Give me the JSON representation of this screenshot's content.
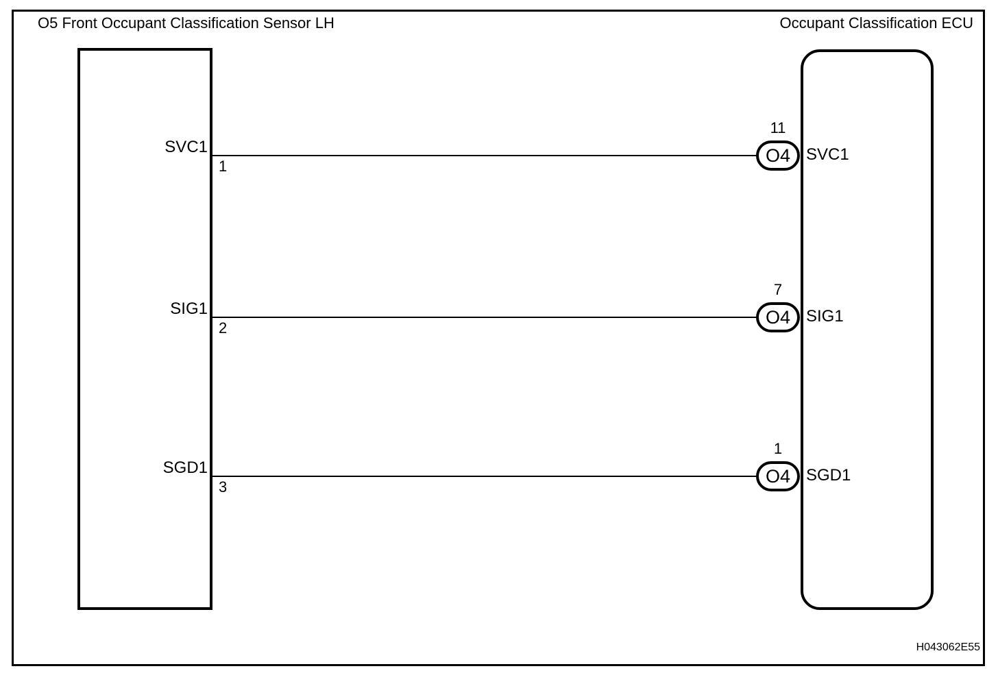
{
  "left_component": {
    "title": "O5 Front Occupant Classification Sensor LH"
  },
  "right_component": {
    "title": "Occupant Classification ECU"
  },
  "rows": [
    {
      "left_label": "SVC1",
      "left_pin": "1",
      "right_pin": "11",
      "connector": "O4",
      "right_label": "SVC1"
    },
    {
      "left_label": "SIG1",
      "left_pin": "2",
      "right_pin": "7",
      "connector": "O4",
      "right_label": "SIG1"
    },
    {
      "left_label": "SGD1",
      "left_pin": "3",
      "right_pin": "1",
      "connector": "O4",
      "right_label": "SGD1"
    }
  ],
  "figure_code": "H043062E55",
  "colors": {
    "line": "#000000",
    "background": "#ffffff"
  }
}
